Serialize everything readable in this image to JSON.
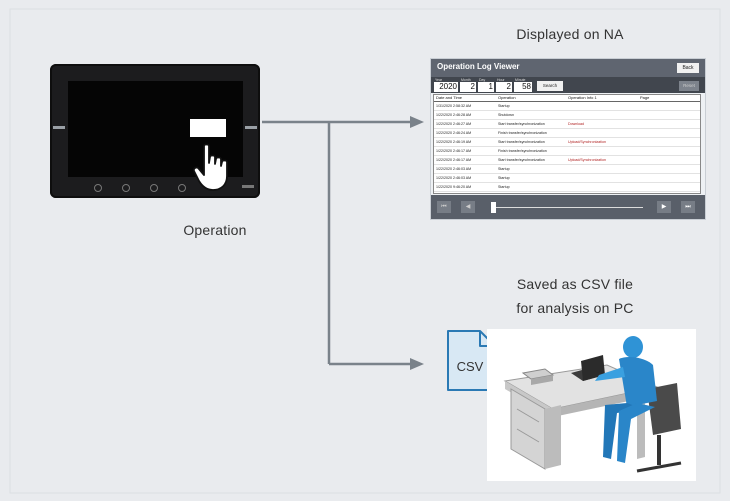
{
  "labels": {
    "top_right": "Displayed on NA",
    "operation": "Operation",
    "saved_line1": "Saved as CSV file",
    "saved_line2": "for analysis on PC",
    "csv": "CSV"
  },
  "na_screen": {
    "title": "Operation Log Viewer",
    "back": "Back",
    "field_captions": [
      "Year",
      "Month",
      "Day",
      "Hour",
      "Minute"
    ],
    "field_values": [
      "2020",
      "2",
      "1",
      "2",
      "58"
    ],
    "search": "Search",
    "reset": "Reset",
    "columns": [
      "Date and Time",
      "Operation",
      "Operation Info 1",
      "Page"
    ],
    "rows": [
      [
        "1/31/2020 2:58:32 AM",
        "Startup",
        ""
      ],
      [
        "1/22/2020 2:46:28 AM",
        "Shutdown",
        ""
      ],
      [
        "1/22/2020 2:46:27 AM",
        "Start transfer/synchronization",
        "Download"
      ],
      [
        "1/22/2020 2:46:24 AM",
        "Finish transfer/synchronization",
        ""
      ],
      [
        "1/22/2020 2:46:19 AM",
        "Start transfer/synchronization",
        "Upload/Synchronization"
      ],
      [
        "1/22/2020 2:46:17 AM",
        "Finish transfer/synchronization",
        ""
      ],
      [
        "1/22/2020 2:46:17 AM",
        "Start transfer/synchronization",
        "Upload/Synchronization"
      ],
      [
        "1/22/2020 2:46:03 AM",
        "Startup",
        ""
      ],
      [
        "1/22/2020 2:46:03 AM",
        "Startup",
        ""
      ],
      [
        "1/22/2020 9:46:20 AM",
        "Startup",
        ""
      ]
    ]
  },
  "colors": {
    "background": "#e9ebee",
    "line": "#7a828a",
    "csv_fill": "#d8e8f4",
    "csv_stroke": "#2a79b4"
  }
}
